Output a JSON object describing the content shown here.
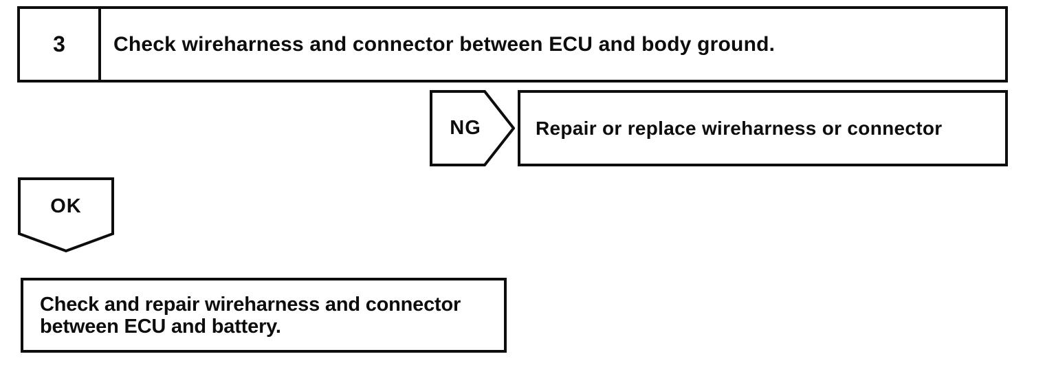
{
  "colors": {
    "ink": "#0d0d0d",
    "paper": "#ffffff"
  },
  "flowchart": {
    "step": {
      "number": "3",
      "instruction": "Check wireharness and connector between ECU and body ground."
    },
    "ng_branch": {
      "label": "NG",
      "action": "Repair or replace wireharness or connector"
    },
    "ok_branch": {
      "label": "OK",
      "action_line1": "Check and repair wireharness and connector",
      "action_line2": "between ECU and battery."
    }
  }
}
